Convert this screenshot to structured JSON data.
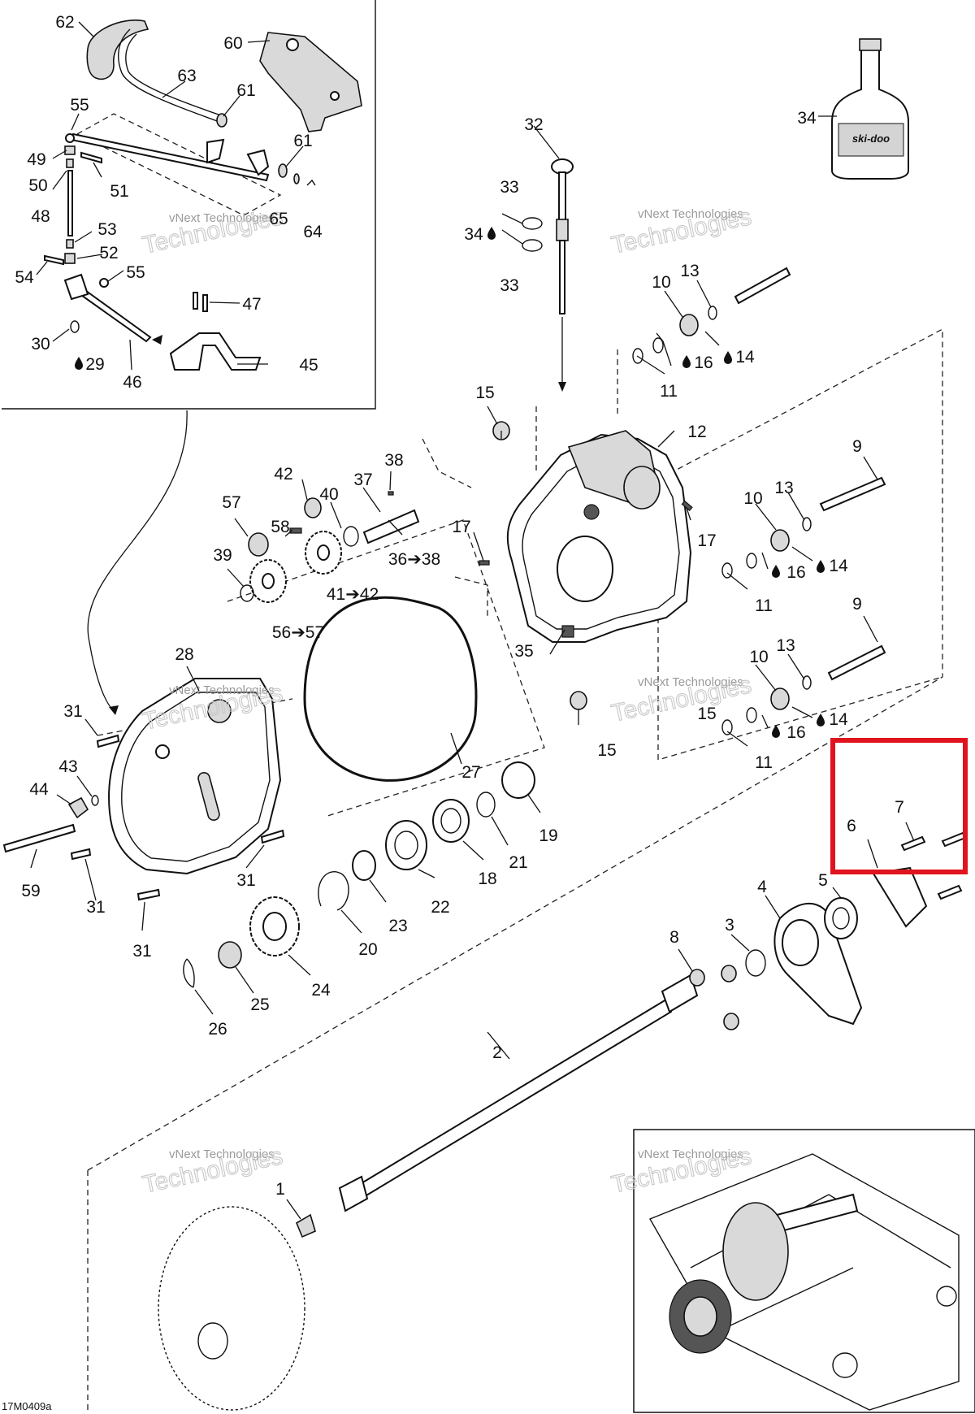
{
  "figure_code": "17M0409a",
  "watermark": {
    "line1": "vNext Technologies",
    "line2": "Technologies"
  },
  "highlight_color": "#e0141e",
  "labels": {
    "1": "1",
    "2": "2",
    "3": "3",
    "4": "4",
    "5": "5",
    "6": "6",
    "7": "7",
    "8": "8",
    "9": "9",
    "10": "10",
    "11": "11",
    "12": "12",
    "13": "13",
    "14": "14",
    "15": "15",
    "16": "16",
    "17": "17",
    "18": "18",
    "19": "19",
    "20": "20",
    "21": "21",
    "22": "22",
    "23": "23",
    "24": "24",
    "25": "25",
    "26": "26",
    "27": "27",
    "28": "28",
    "29": "29",
    "30": "30",
    "31": "31",
    "32": "32",
    "33": "33",
    "34": "34",
    "35": "35",
    "36_38": "36➔38",
    "37": "37",
    "38": "38",
    "39": "39",
    "40": "40",
    "41_42": "41➔42",
    "42": "42",
    "43": "43",
    "44": "44",
    "45": "45",
    "46": "46",
    "47": "47",
    "48": "48",
    "49": "49",
    "50": "50",
    "51": "51",
    "52": "52",
    "53": "53",
    "54": "54",
    "55": "55",
    "56_57": "56➔57",
    "57": "57",
    "58": "58",
    "59": "59",
    "60": "60",
    "61": "61",
    "62": "62",
    "63": "63",
    "64": "64",
    "65": "65"
  },
  "bottle_label": "ski-doo",
  "icons": {
    "lubricant": "oil-drop-icon",
    "supersedes": "arrow-right"
  }
}
